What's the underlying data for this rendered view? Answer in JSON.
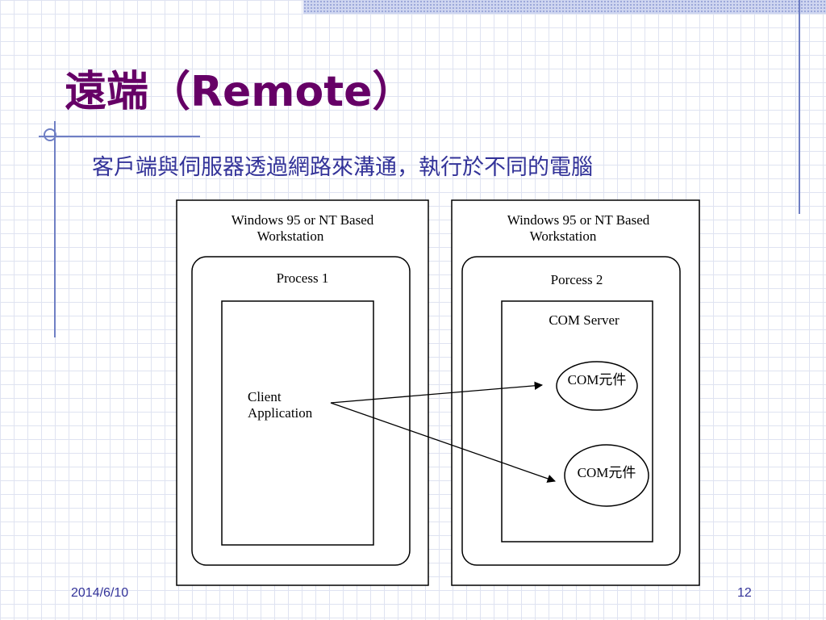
{
  "slide": {
    "title": "遠端（Remote）",
    "subtitle": "客戶端與伺服器透過網路來溝通，執行於不同的電腦",
    "footer_date": "2014/6/10",
    "page_number": "12"
  },
  "diagram": {
    "left_workstation": {
      "label_line1": "Windows 95 or NT Based",
      "label_line2": "Workstation",
      "process_label": "Process 1",
      "client_line1": "Client",
      "client_line2": "Application"
    },
    "right_workstation": {
      "label_line1": "Windows 95 or NT Based",
      "label_line2": "Workstation",
      "process_label": "Porcess 2",
      "server_label": "COM Server",
      "component_1": "COM元件",
      "component_2": "COM元件"
    }
  },
  "colors": {
    "title": "#660066",
    "subtitle": "#333399",
    "accent_lines": "#6f7fc4"
  }
}
